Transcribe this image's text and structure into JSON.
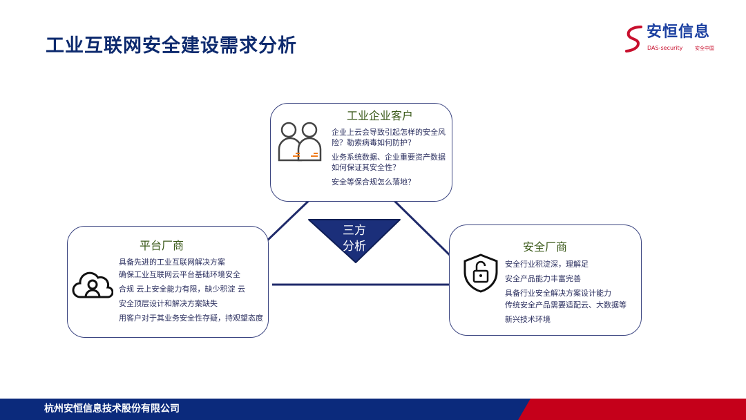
{
  "title": "工业互联网安全建设需求分析",
  "logo": {
    "cn": "安恒信息",
    "en": "DAS-security",
    "en2": "安全中国"
  },
  "center": {
    "line1": "三方",
    "line2": "分析"
  },
  "customer": {
    "title": "工业企业客户",
    "lines": [
      "企业上云会导致引起怎样的安全风险？勒索病毒如何防护？",
      "业务系统数据、企业重要资产数据如何保证其安全性？",
      "安全等保合规怎么落地？"
    ]
  },
  "platform": {
    "title": "平台厂商",
    "lines": [
      "具备先进的工业互联网解决方案",
      "确保工业互联网云平台基础环境安全",
      "合规 云上安全能力有限，缺少积淀 云",
      "安全顶层设计和解决方案缺失",
      "用客户对于其业务安全性存疑，持观望态度"
    ]
  },
  "security": {
    "title": "安全厂商",
    "lines": [
      "安全行业积淀深，理解足",
      "安全产品能力丰富完善",
      "具备行业安全解决方案设计能力",
      "传统安全产品需要适配云、大数据等",
      "新兴技术环境"
    ]
  },
  "footer": {
    "company": "杭州安恒信息技术股份有限公司"
  }
}
